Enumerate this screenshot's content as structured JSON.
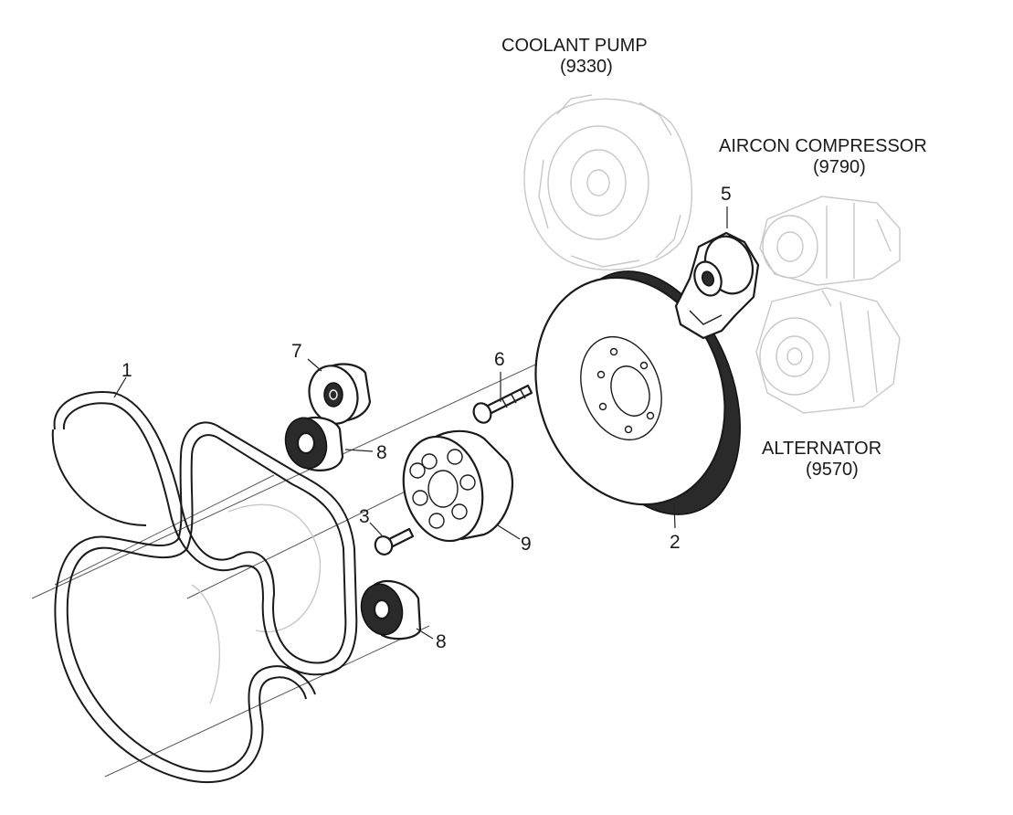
{
  "components": {
    "coolant_pump": {
      "name": "COOLANT PUMP",
      "code": "(9330)"
    },
    "aircon_compressor": {
      "name": "AIRCON COMPRESSOR",
      "code": "(9790)"
    },
    "alternator": {
      "name": "ALTERNATOR",
      "code": "(9570)"
    }
  },
  "callouts": {
    "belt": "1",
    "crank_pulley": "2",
    "bolt_short": "3",
    "tensioner": "5",
    "bolt_long": "6",
    "idler_upper": "7",
    "idler_mid": "8",
    "idler_lower": "8",
    "hub": "9"
  }
}
